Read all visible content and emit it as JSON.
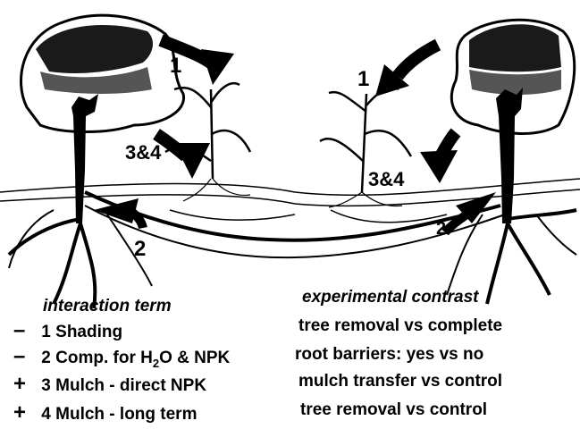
{
  "diagram": {
    "arrow_labels": {
      "left_shading": "1",
      "right_shading": "1",
      "left_mulch": "3&4",
      "right_mulch": "3&4",
      "left_competition": "2",
      "right_competition": "2"
    }
  },
  "table": {
    "header_left": "interaction term",
    "header_right": "experimental contrast",
    "rows": [
      {
        "sign": "–",
        "number": "1",
        "term": "Shading",
        "contrast": "tree removal  vs complete"
      },
      {
        "sign": "–",
        "number": "2",
        "term_before": "Comp. for H",
        "term_sub": "2",
        "term_after": "O & NPK",
        "contrast": "root barriers: yes vs no"
      },
      {
        "sign": "+",
        "number": "3",
        "term": "Mulch - direct NPK",
        "contrast": "mulch transfer vs control"
      },
      {
        "sign": "+",
        "number": "4",
        "term": "Mulch - long term",
        "contrast": "tree removal   vs control"
      }
    ]
  }
}
